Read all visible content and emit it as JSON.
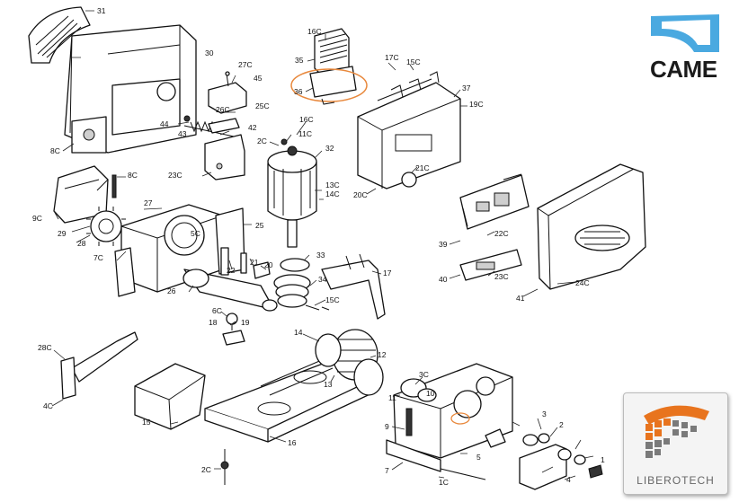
{
  "brand": {
    "name": "CAME",
    "color": "#4aa9e0"
  },
  "partner": {
    "name": "LIBEROTECH",
    "colors": {
      "orange": "#e8741e",
      "gray": "#7a7a7a"
    }
  },
  "highlight_color": "#e8883c",
  "labels": {
    "l31": "31",
    "l30": "30",
    "l27C": "27C",
    "l45": "45",
    "l26C": "26C",
    "l25C": "25C",
    "l44": "44",
    "l43": "43",
    "l42": "42",
    "l8C_a": "8C",
    "l23C": "23C",
    "l8C_b": "8C",
    "l9C": "9C",
    "l29": "29",
    "l28": "28",
    "l27": "27",
    "l5C": "5C",
    "l25": "25",
    "l7C": "7C",
    "l26": "26",
    "l22": "22",
    "l21": "21",
    "l20": "20",
    "l16C": "16C",
    "l35": "35",
    "l36": "36",
    "l16C_b": "16C",
    "l11C": "11C",
    "l2C_a": "2C",
    "l32": "32",
    "l13C": "13C",
    "l14C": "14C",
    "l33": "33",
    "l34": "34",
    "l15C": "15C",
    "l17": "17",
    "l6C": "6C",
    "l18": "18",
    "l19": "19",
    "l17C": "17C",
    "l15C_b": "15C",
    "l37": "37",
    "l19C": "19C",
    "l21C": "21C",
    "l20C": "20C",
    "l39": "39",
    "l22C": "22C",
    "l40": "40",
    "l23C_b": "23C",
    "l41": "41",
    "l24C": "24C",
    "l28C": "28C",
    "l4C": "4C",
    "l14": "14",
    "l12": "12",
    "l13": "13",
    "l11": "11",
    "l3C": "3C",
    "l10": "10",
    "l15": "15",
    "l16": "16",
    "l9": "9",
    "l3": "3",
    "l2": "2",
    "l7": "7",
    "l5": "5",
    "l4": "4",
    "l1": "1",
    "l1C": "1C",
    "l2C_b": "2C"
  }
}
